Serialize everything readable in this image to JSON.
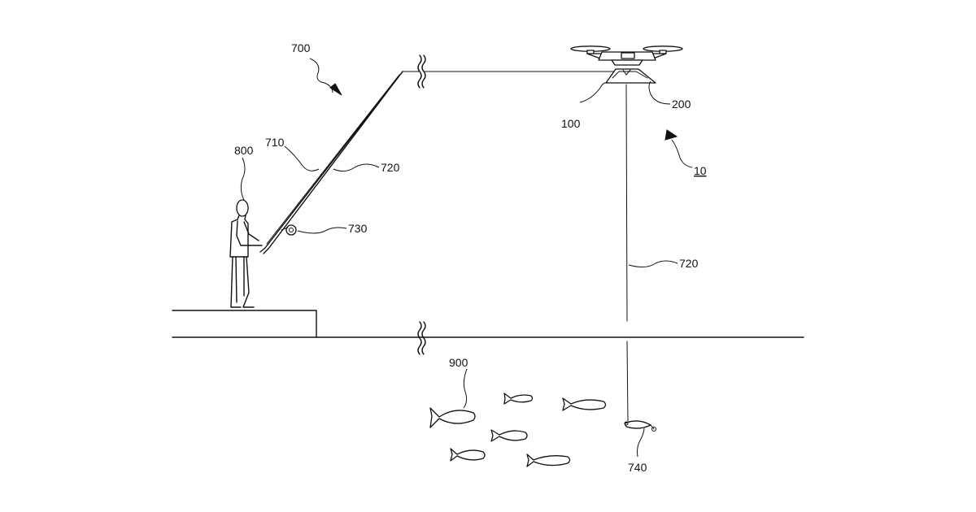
{
  "labels": {
    "system": "10",
    "drone_body": "100",
    "drone_holder": "200",
    "fishing_tackle": "700",
    "rod": "710",
    "line_rod": "720",
    "line_drop": "720",
    "reel": "730",
    "lure": "740",
    "angler": "800",
    "fish_school": "900"
  }
}
